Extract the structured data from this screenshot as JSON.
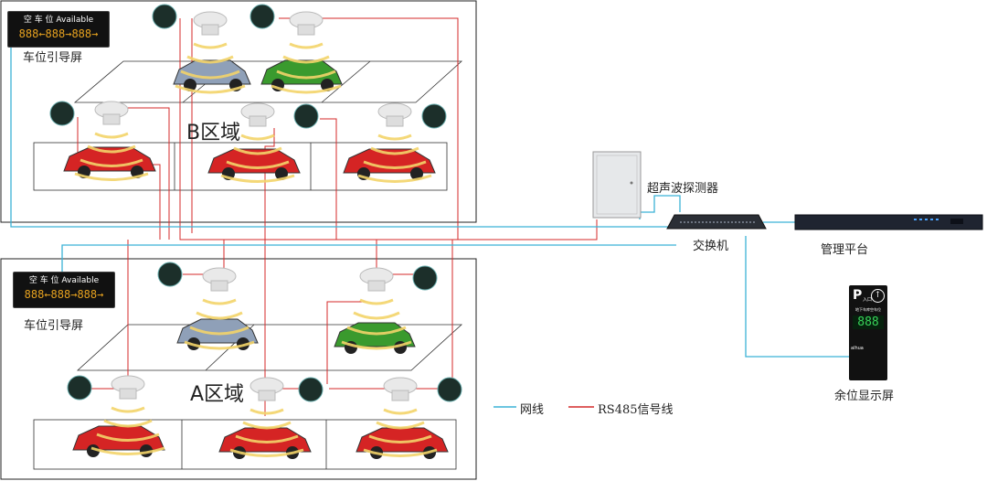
{
  "zones": {
    "b_label": "B区域",
    "a_label": "A区域"
  },
  "guide_screen": {
    "title": "空 车 位 Available",
    "digits": "888←888→888→",
    "caption_b": "车位引导屏",
    "caption_a": "车位引导屏"
  },
  "devices": {
    "detector_label": "超声波探测器",
    "switch_label": "交换机",
    "platform_label": "管理平台",
    "remain_label": "余位显示屏"
  },
  "remain_screen": {
    "p": "P",
    "entrance": "入口",
    "subtitle": "地下车库空车位",
    "number": "888",
    "brand": "alhua"
  },
  "legend": {
    "network": "网线",
    "rs485": "RS485信号线"
  },
  "colors": {
    "network": "#3bb2d6",
    "rs485": "#d42a2a",
    "car_red": "#d52424",
    "car_green": "#3a9a2e",
    "car_silver": "#8fa0b8",
    "wave": "#f3d46a"
  }
}
